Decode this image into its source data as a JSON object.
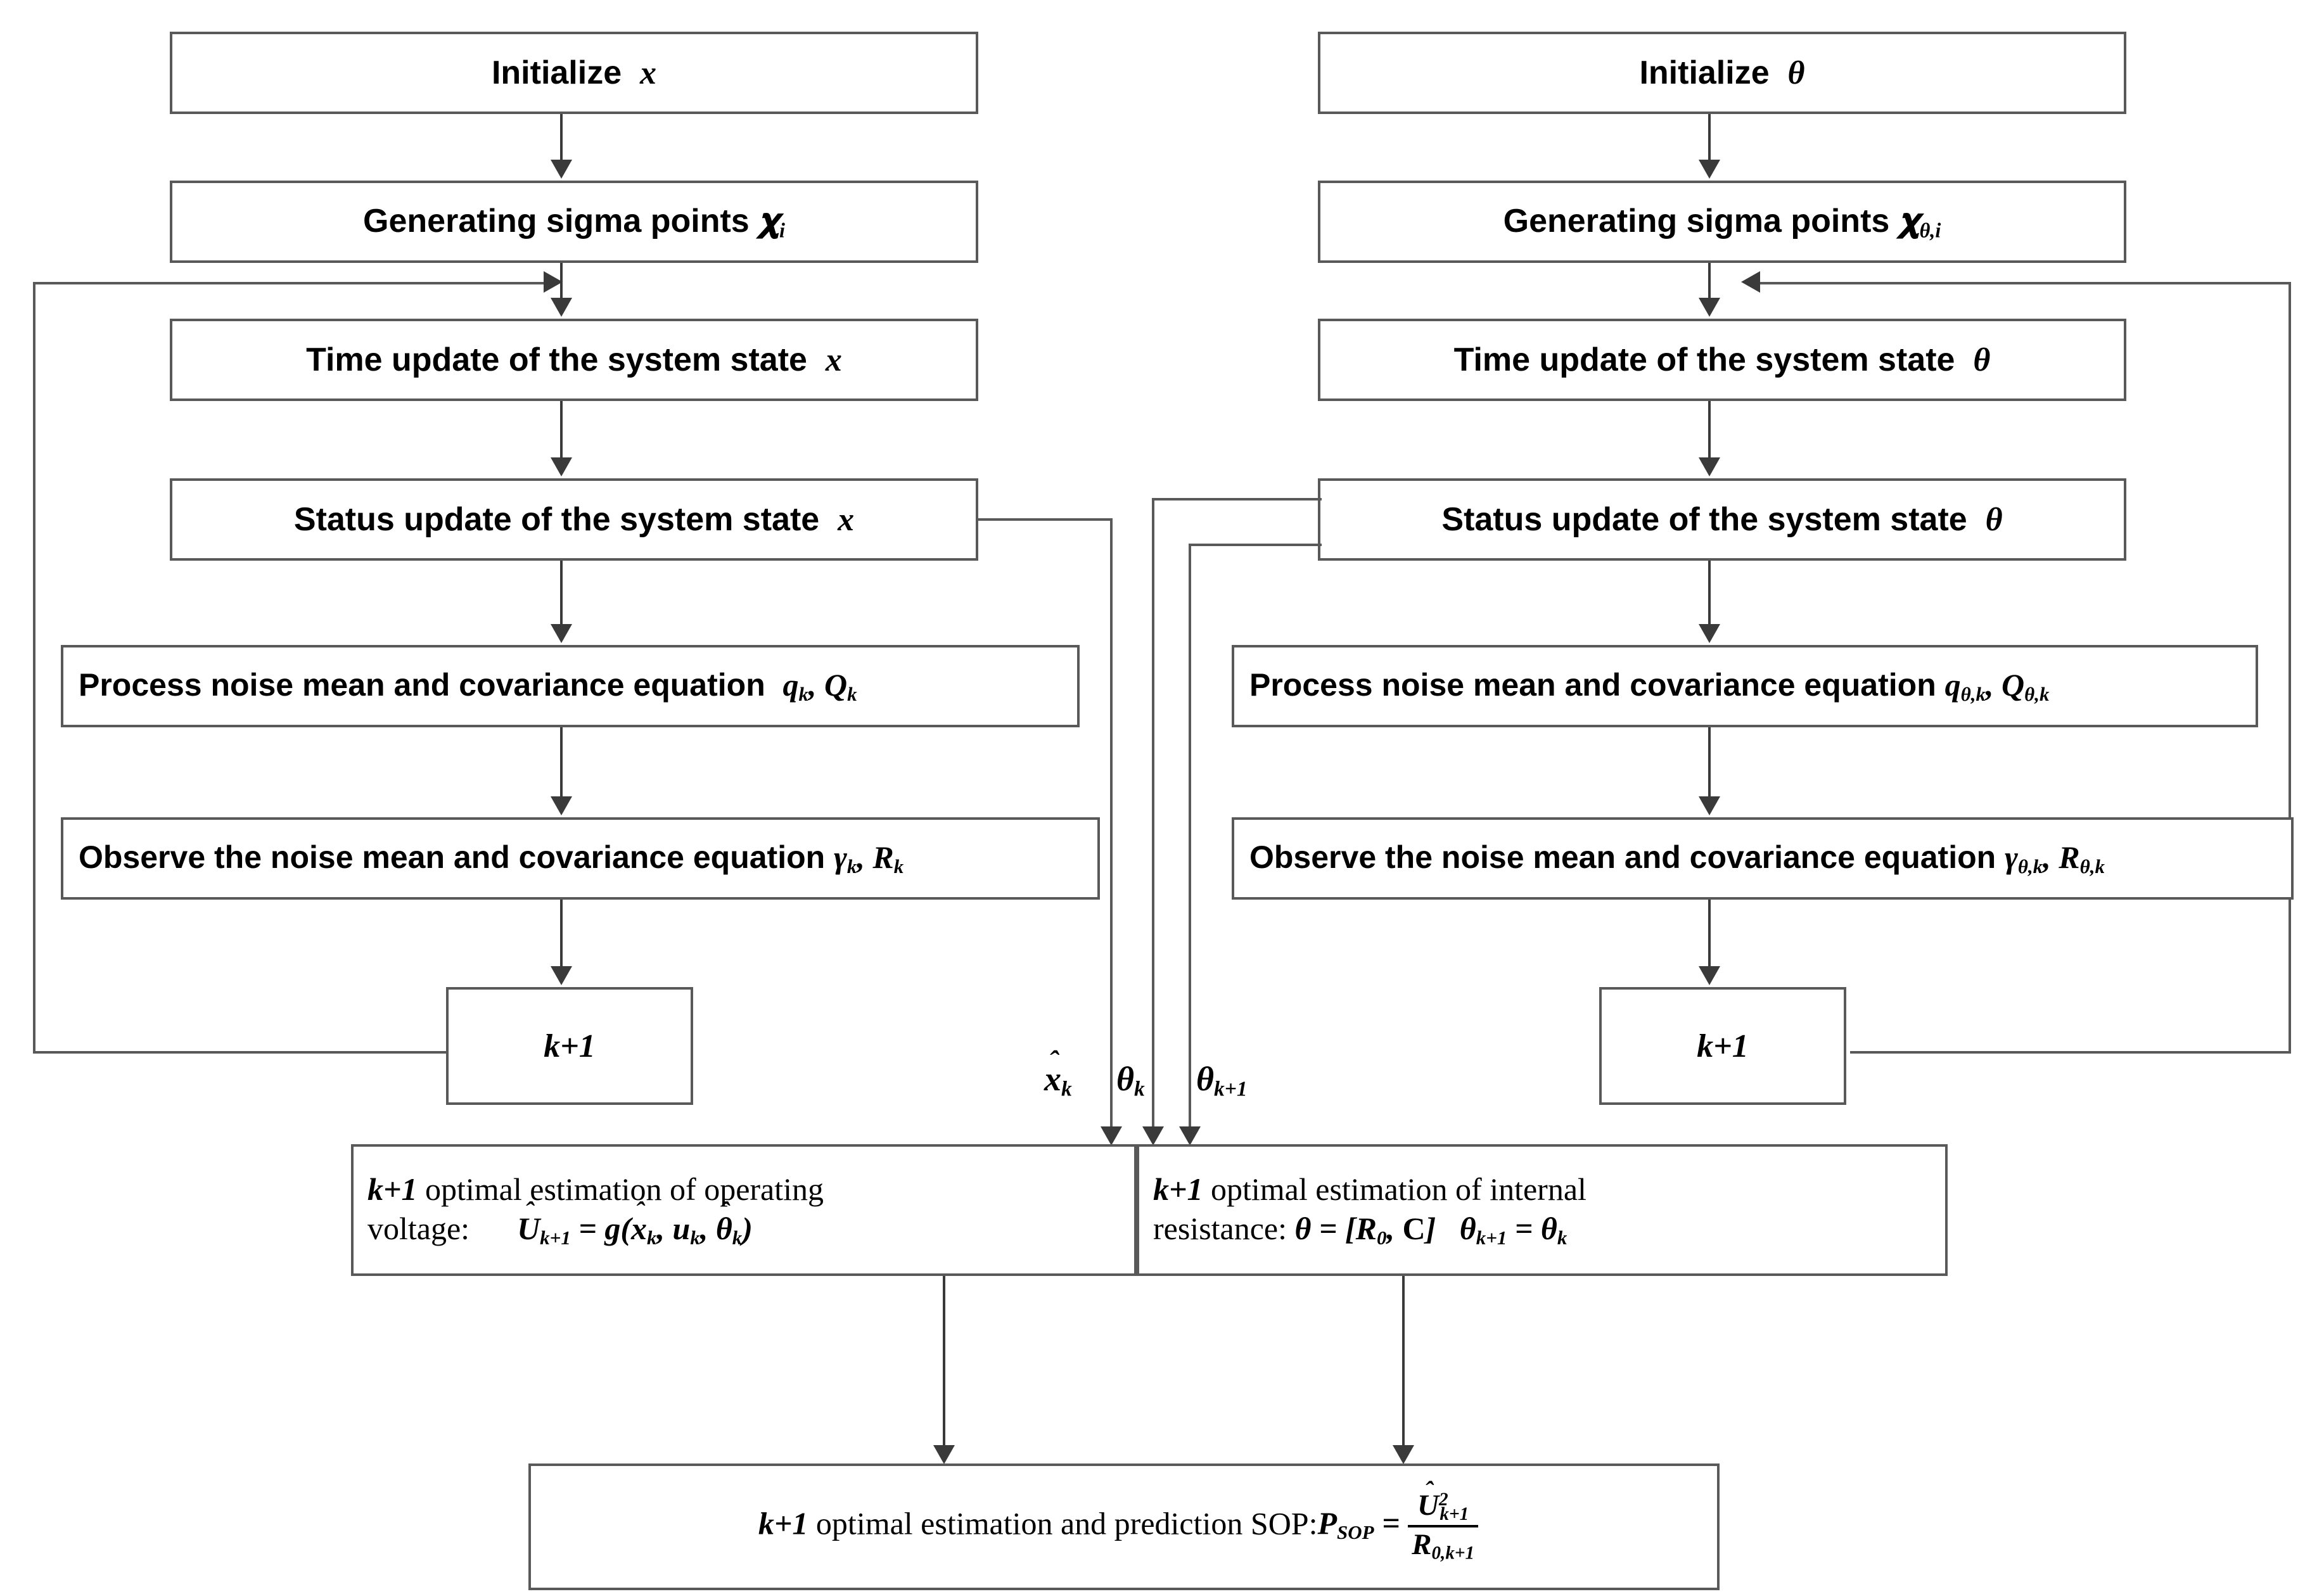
{
  "diagram": {
    "title": "Dual Unscented Kalman Filter SOP estimation flowchart",
    "line_color": "#595959",
    "arrow_color": "#3a3a3a",
    "background": "#ffffff"
  },
  "left_branch": {
    "initialize": "Initialize",
    "initialize_symbol": "x",
    "sigma": "Generating sigma points",
    "sigma_symbol": "X",
    "sigma_sub": "i",
    "time_update": "Time  update of the system state",
    "time_update_symbol": "x",
    "status_update": "Status  update of the system state",
    "status_update_symbol": "x",
    "process_noise": "Process noise mean and covariance equation",
    "process_noise_symbols": "q_k, Q_k",
    "observe_noise": "Observe the noise mean and covariance equation",
    "observe_noise_symbols": "γ_k, R_k",
    "counter": "k+1"
  },
  "right_branch": {
    "initialize": "Initialize",
    "initialize_symbol": "θ",
    "sigma": "Generating sigma points",
    "sigma_symbol": "X",
    "sigma_sub": "θ,i",
    "time_update": "Time  update of the system state",
    "time_update_symbol": "θ",
    "status_update": "Status  update of the system state",
    "status_update_symbol": "θ",
    "process_noise": "Process noise mean and covariance equation",
    "process_noise_symbols": "q_θ,k, Q_θ,k",
    "observe_noise": "Observe the noise mean and covariance equation",
    "observe_noise_symbols": "γ_θ,k, R_θ,k",
    "counter": "k+1"
  },
  "edge_labels": {
    "x_hat_k": "x̂_k",
    "theta_k": "θ_k",
    "theta_k1": "θ_{k+1}"
  },
  "outputs": {
    "voltage": {
      "prefix": "k+1",
      "line1": " optimal estimation of operating",
      "line2_label": "voltage:",
      "equation": "Û_{k+1} = g(x̂_k, u_k, θ̂_k)"
    },
    "resistance": {
      "prefix": "k+1",
      "line1": " optimal estimation of internal",
      "line2_label": "resistance:",
      "equation": "θ = [R₀, C]   θ_{k+1} = θ_k"
    },
    "sop": {
      "prefix": "k+1",
      "text": " optimal estimation and prediction SOP:",
      "equation_lhs": "P_SOP",
      "equation_num": "Û²_{k+1}",
      "equation_den": "R_{0,k+1}"
    }
  }
}
